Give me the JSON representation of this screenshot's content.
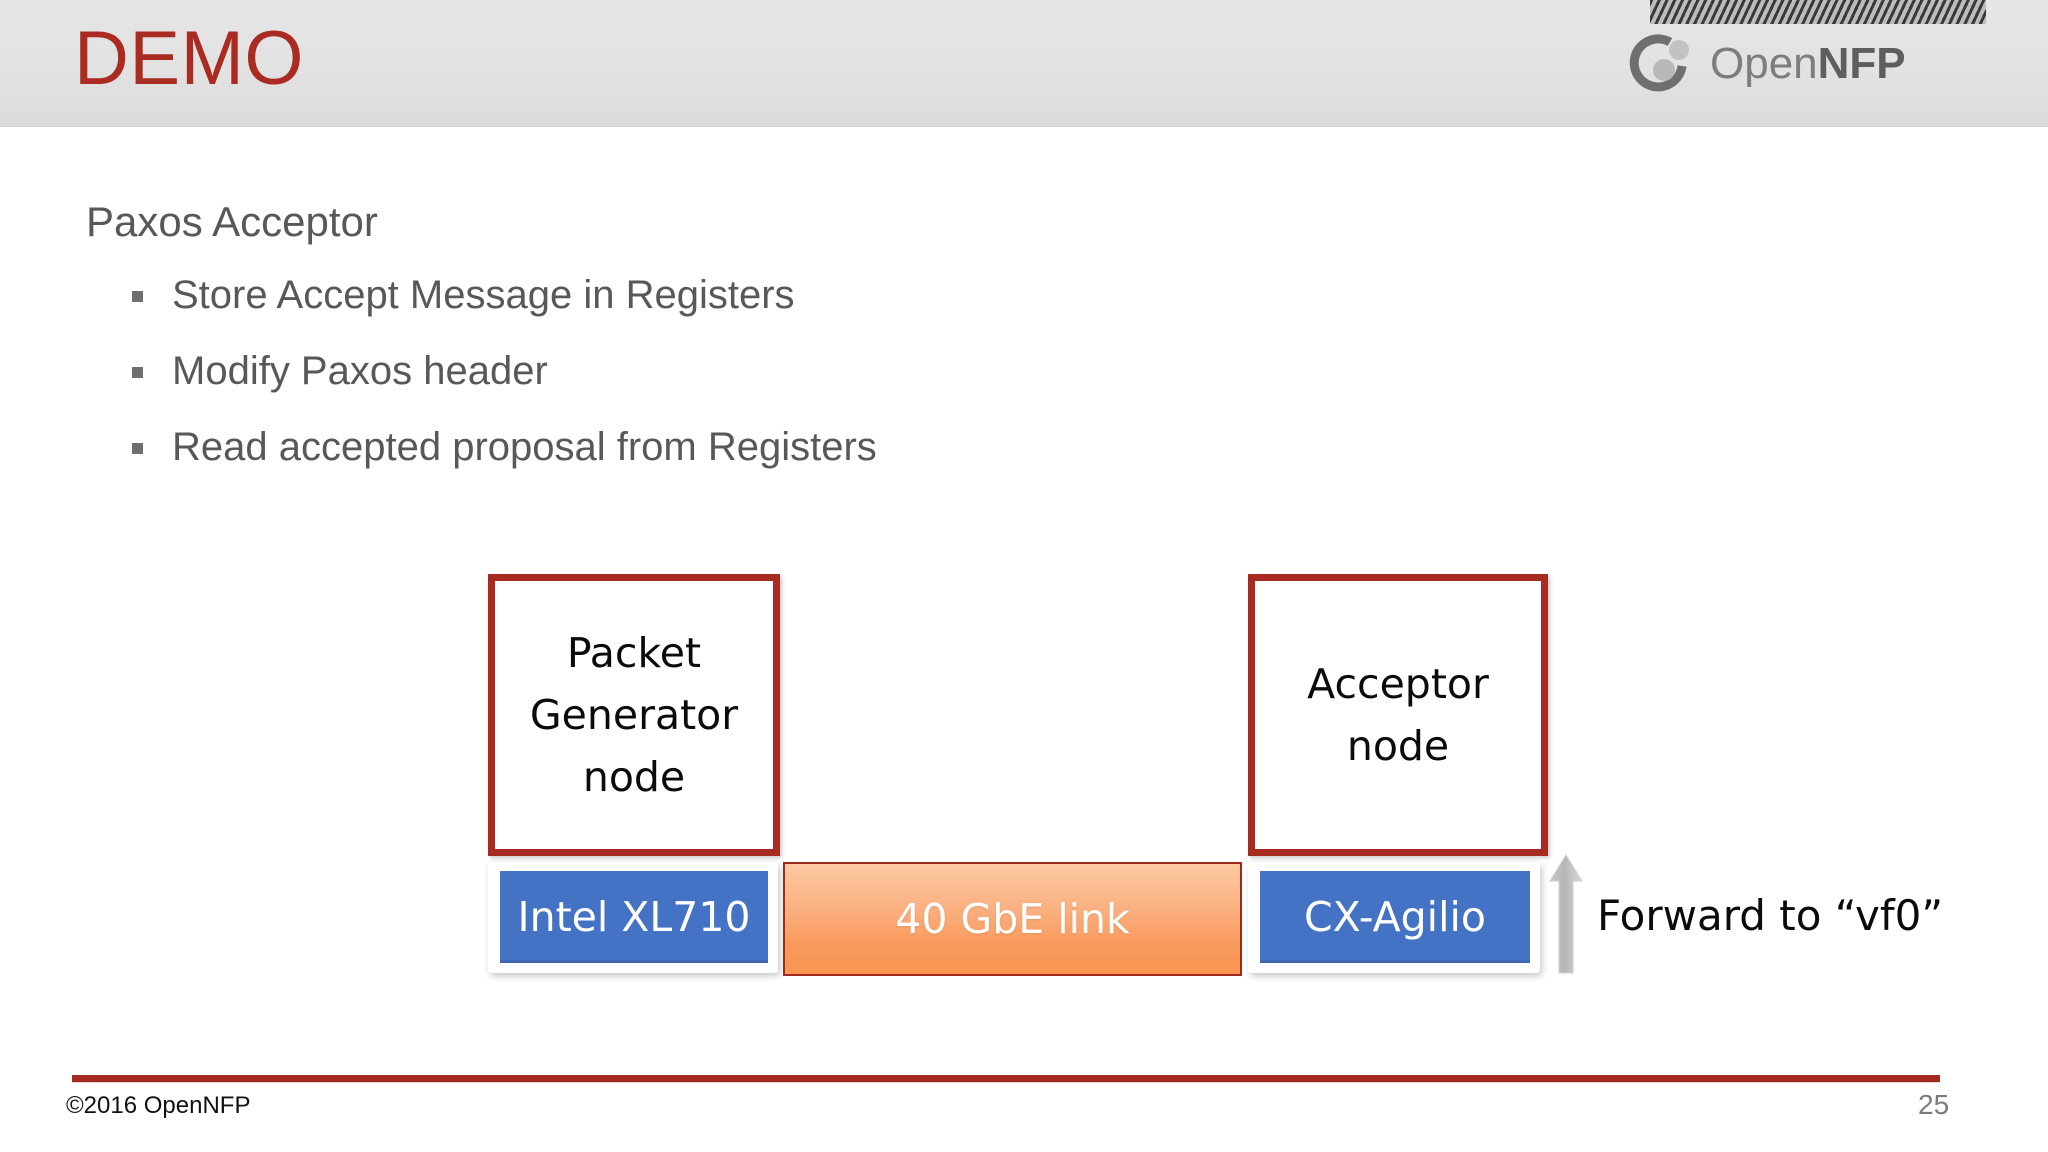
{
  "header": {
    "title": "DEMO",
    "logo": {
      "icon": "opennfp-ring-icon",
      "text_light": "Open",
      "text_bold": "NFP"
    }
  },
  "content": {
    "lead": "Paxos Acceptor",
    "bullets": [
      {
        "marker": "square-bullet",
        "text": "Store Accept Message in Registers"
      },
      {
        "marker": "square-bullet",
        "text": "Modify Paxos header"
      },
      {
        "marker": "square-bullet",
        "text": "Read accepted proposal from Registers"
      }
    ]
  },
  "diagram": {
    "nodes": [
      {
        "id": "packet-generator-node",
        "label": "Packet Generator node"
      },
      {
        "id": "acceptor-node",
        "label": "Acceptor node"
      }
    ],
    "devices": [
      {
        "id": "intel-xl710",
        "label": "Intel XL710",
        "color": "#4472C4"
      },
      {
        "id": "forty-gbe-link",
        "label": "40 GbE link",
        "color": "#F89551"
      },
      {
        "id": "cx-agilio",
        "label": "CX-Agilio",
        "color": "#4472C4"
      }
    ],
    "annotation": {
      "arrow": "up-arrow-icon",
      "label": "Forward to “vf0”"
    }
  },
  "footer": {
    "copyright": "©2016 OpenNFP",
    "page_number": "25"
  },
  "colors": {
    "accent_red": "#A82B22",
    "header_band": "#E2E2E2",
    "body_text": "#585858",
    "device_blue": "#4472C4",
    "link_orange": "#F89551"
  }
}
